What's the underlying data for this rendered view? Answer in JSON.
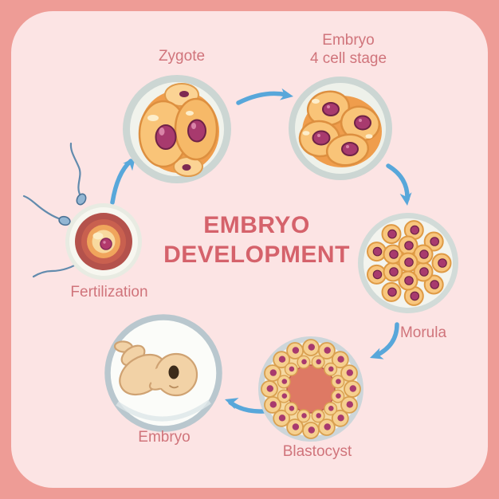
{
  "title": {
    "line1": "EMBRYO",
    "line2": "DEVELOPMENT"
  },
  "labels": {
    "fertilization": "Fertilization",
    "zygote": "Zygote",
    "embryo4_line1": "Embryo",
    "embryo4_line2": "4 cell stage",
    "morula": "Morula",
    "blastocyst": "Blastocyst",
    "embryo": "Embryo"
  },
  "stage_icons": {
    "fertilization": "egg-with-sperm-icon",
    "zygote": "two-cell-zygote-icon",
    "embryo_4_cell": "four-cell-embryo-icon",
    "morula": "morula-cell-cluster-icon",
    "blastocyst": "blastocyst-ring-icon",
    "embryo": "fetus-in-womb-icon"
  },
  "colors": {
    "outer_background": "#ee9c96",
    "panel_background": "#fce4e4",
    "title_text": "#d5626b",
    "label_text": "#d0747b",
    "arrow_blue": "#58a7da",
    "cell_orange": "#f9c478",
    "cell_outline": "#dd8f3f",
    "nucleus_magenta": "#a83a6e",
    "zona_gray": "#ccd6d3",
    "egg_red": "#b4524c",
    "blastocyst_cavity": "#de7964",
    "sperm_blue": "#93b6d3",
    "fetus_skin": "#f2d2a6"
  }
}
